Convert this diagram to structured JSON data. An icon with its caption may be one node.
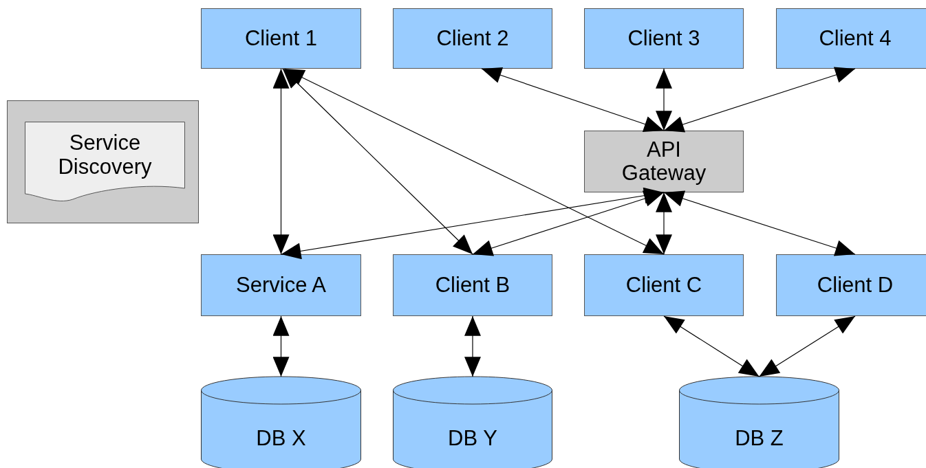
{
  "diagram": {
    "nodes": [
      {
        "text": [],
        "shape": "box"
      },
      {
        "text": [
          "Service Discovery"
        ],
        "in": 0
      },
      {
        "text": [
          "Client 1"
        ]
      },
      {
        "text": [
          "Client 2"
        ]
      },
      {
        "text": [
          "Client 3"
        ]
      },
      {
        "text": [
          "Client 4"
        ]
      },
      {
        "text": [
          "API Gateway"
        ]
      },
      {
        "text": [
          "Service A"
        ]
      },
      {
        "text": [
          "Client B"
        ]
      },
      {
        "text": [
          "Client C"
        ]
      },
      {
        "text": [
          "Client D"
        ]
      },
      {
        "text": [
          "DB X"
        ]
      },
      {
        "text": [
          "DB Y"
        ]
      },
      {
        "text": [
          "DB Z"
        ]
      }
    ],
    "edges": [
      {
        "from": 2,
        "to": 7,
        "arrow": "both"
      },
      {
        "from": 2,
        "to": 8,
        "arrow": "both"
      },
      {
        "from": 2,
        "to": 9,
        "arrow": "both"
      },
      {
        "from": 3,
        "to": 6,
        "arrow": "both"
      },
      {
        "from": 4,
        "to": 6,
        "arrow": "both"
      },
      {
        "from": 5,
        "to": 6,
        "arrow": "both"
      },
      {
        "from": 6,
        "to": 7,
        "arrow": "both"
      },
      {
        "from": 6,
        "to": 8,
        "arrow": "both"
      },
      {
        "from": 6,
        "to": 9,
        "arrow": "both"
      },
      {
        "from": 6,
        "to": 10,
        "arrow": "both"
      },
      {
        "from": 7,
        "to": 11,
        "arrow": "both"
      },
      {
        "from": 8,
        "to": 12,
        "arrow": "both"
      },
      {
        "from": 9,
        "to": 13,
        "arrow": "both"
      },
      {
        "from": 10,
        "to": 13,
        "arrow": "both"
      }
    ]
  }
}
